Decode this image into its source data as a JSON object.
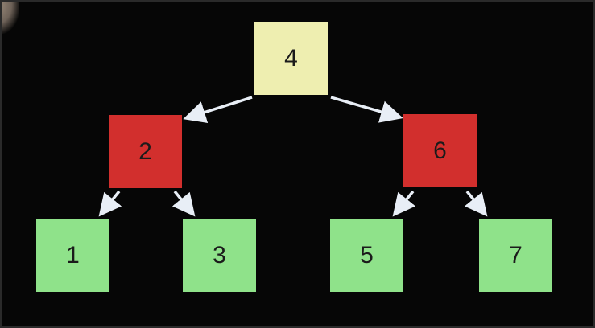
{
  "tree": {
    "root": {
      "label": "4",
      "color": "#eeeeb0"
    },
    "level1": [
      {
        "label": "2",
        "color": "#d22f2d"
      },
      {
        "label": "6",
        "color": "#d22f2d"
      }
    ],
    "leaves": [
      {
        "label": "1",
        "color": "#8fe28a"
      },
      {
        "label": "3",
        "color": "#8fe28a"
      },
      {
        "label": "5",
        "color": "#8fe28a"
      },
      {
        "label": "7",
        "color": "#8fe28a"
      }
    ],
    "edges": [
      {
        "from": "4",
        "to": "2"
      },
      {
        "from": "4",
        "to": "6"
      },
      {
        "from": "2",
        "to": "1"
      },
      {
        "from": "2",
        "to": "3"
      },
      {
        "from": "6",
        "to": "5"
      },
      {
        "from": "6",
        "to": "7"
      }
    ],
    "edge_color": "#e8eef6",
    "background": "#060606"
  }
}
